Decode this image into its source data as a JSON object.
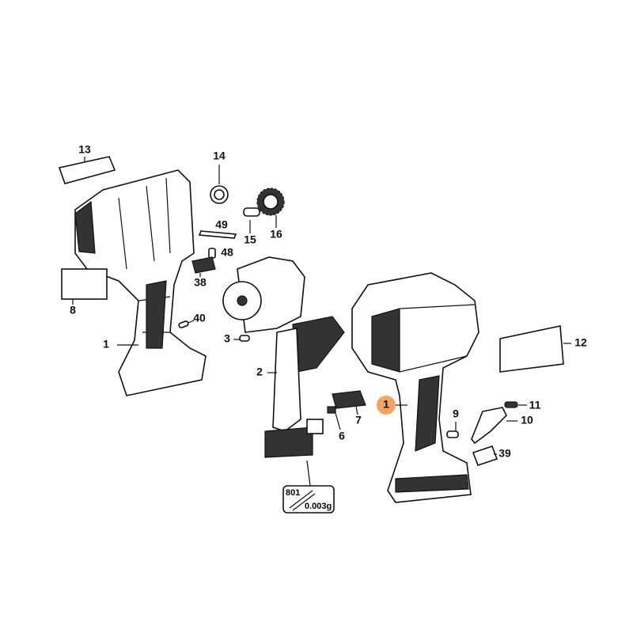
{
  "diagram": {
    "callouts": {
      "p13": "13",
      "p14": "14",
      "p49": "49",
      "p15": "15",
      "p16": "16",
      "p48": "48",
      "p38": "38",
      "p8": "8",
      "p40": "40",
      "p1_left": "1",
      "p3": "3",
      "p2": "2",
      "p7": "7",
      "p6": "6",
      "p1_right": "1",
      "p9": "9",
      "p11": "11",
      "p10": "10",
      "p12": "12",
      "p39": "39"
    },
    "kit": {
      "number": "801",
      "weight": "0.003g"
    },
    "highlight_color": "#f4a460"
  }
}
